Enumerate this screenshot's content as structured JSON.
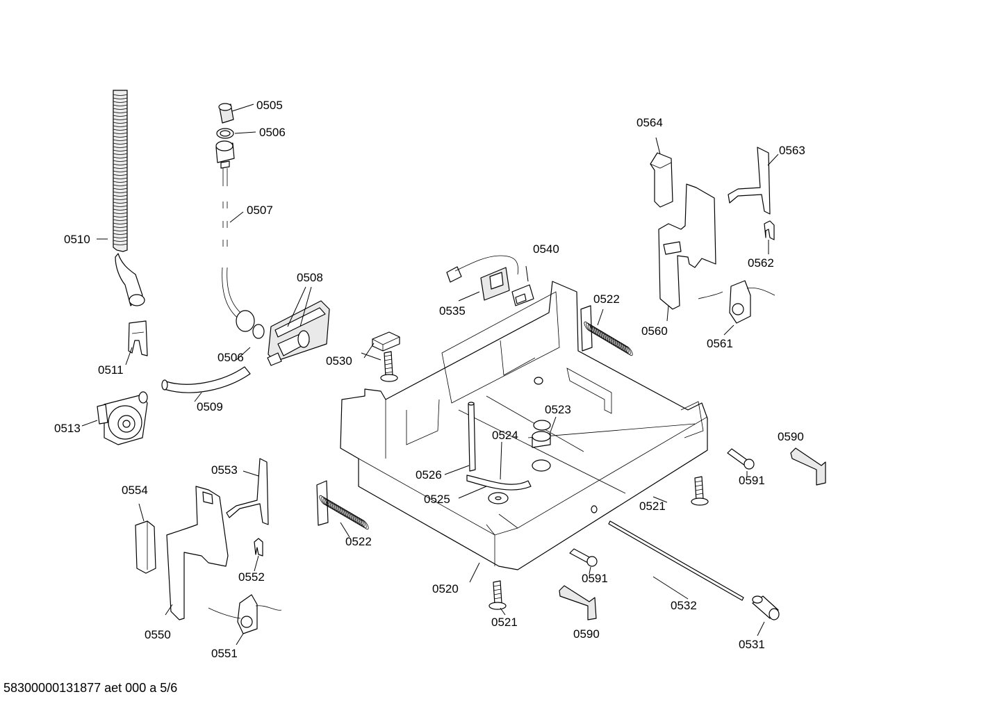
{
  "document_code": "58300000131877 aet 000 a 5/6",
  "part_numbers": {
    "p0505": "0505",
    "p0506a": "0506",
    "p0506b": "0506",
    "p0507": "0507",
    "p0508": "0508",
    "p0509": "0509",
    "p0510": "0510",
    "p0511": "0511",
    "p0513": "0513",
    "p0520": "0520",
    "p0521a": "0521",
    "p0521b": "0521",
    "p0522a": "0522",
    "p0522b": "0522",
    "p0523": "0523",
    "p0524": "0524",
    "p0525": "0525",
    "p0526": "0526",
    "p0530": "0530",
    "p0531": "0531",
    "p0532": "0532",
    "p0535": "0535",
    "p0540": "0540",
    "p0550": "0550",
    "p0551": "0551",
    "p0552": "0552",
    "p0553": "0553",
    "p0554": "0554",
    "p0560": "0560",
    "p0561": "0561",
    "p0562": "0562",
    "p0563": "0563",
    "p0564": "0564",
    "p0590a": "0590",
    "p0590b": "0590",
    "p0591a": "0591",
    "p0591b": "0591"
  }
}
